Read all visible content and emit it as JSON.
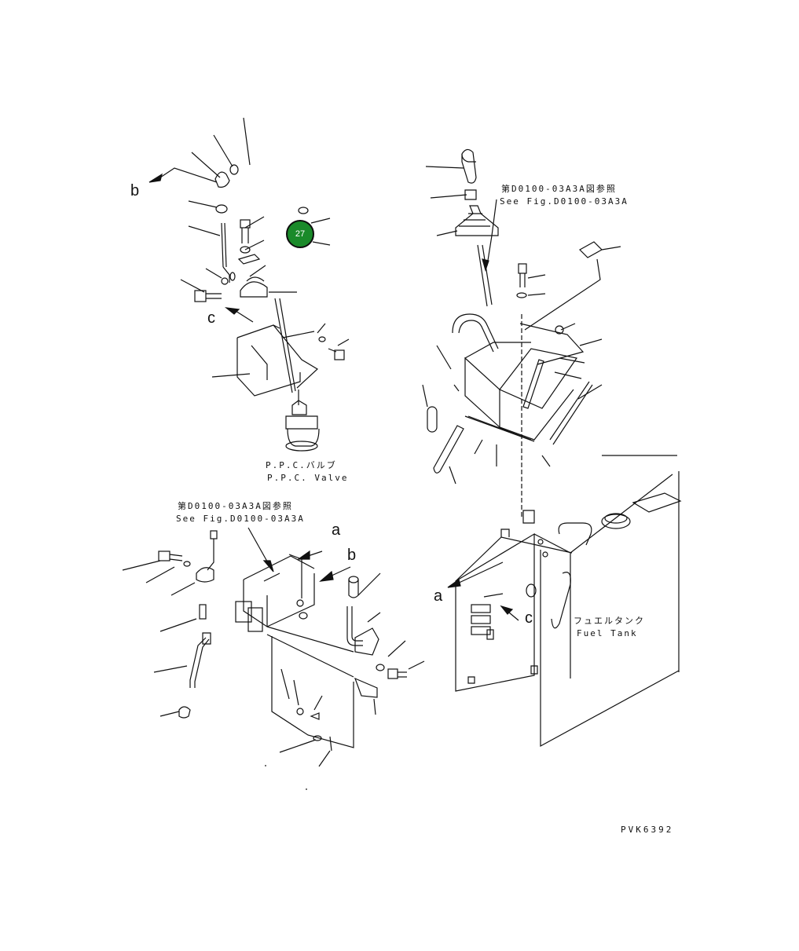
{
  "labels": {
    "ref_top_jp": "第D0100-03A3A図参照",
    "ref_top_en": "See Fig.D0100-03A3A",
    "ref_mid_jp": "第D0100-03A3A図参照",
    "ref_mid_en": "See Fig.D0100-03A3A",
    "ppc_jp": "P.P.C.バルブ",
    "ppc_en": "P.P.C. Valve",
    "fuel_jp": "フュエルタンク",
    "fuel_en": "Fuel Tank",
    "drawing_code": "PVK6392"
  },
  "callouts": {
    "b1": "b",
    "c1": "c",
    "a2": "a",
    "b2": "b",
    "a3": "a",
    "c3": "c"
  },
  "badge": {
    "number": "27",
    "color": "#1a8a2a"
  }
}
